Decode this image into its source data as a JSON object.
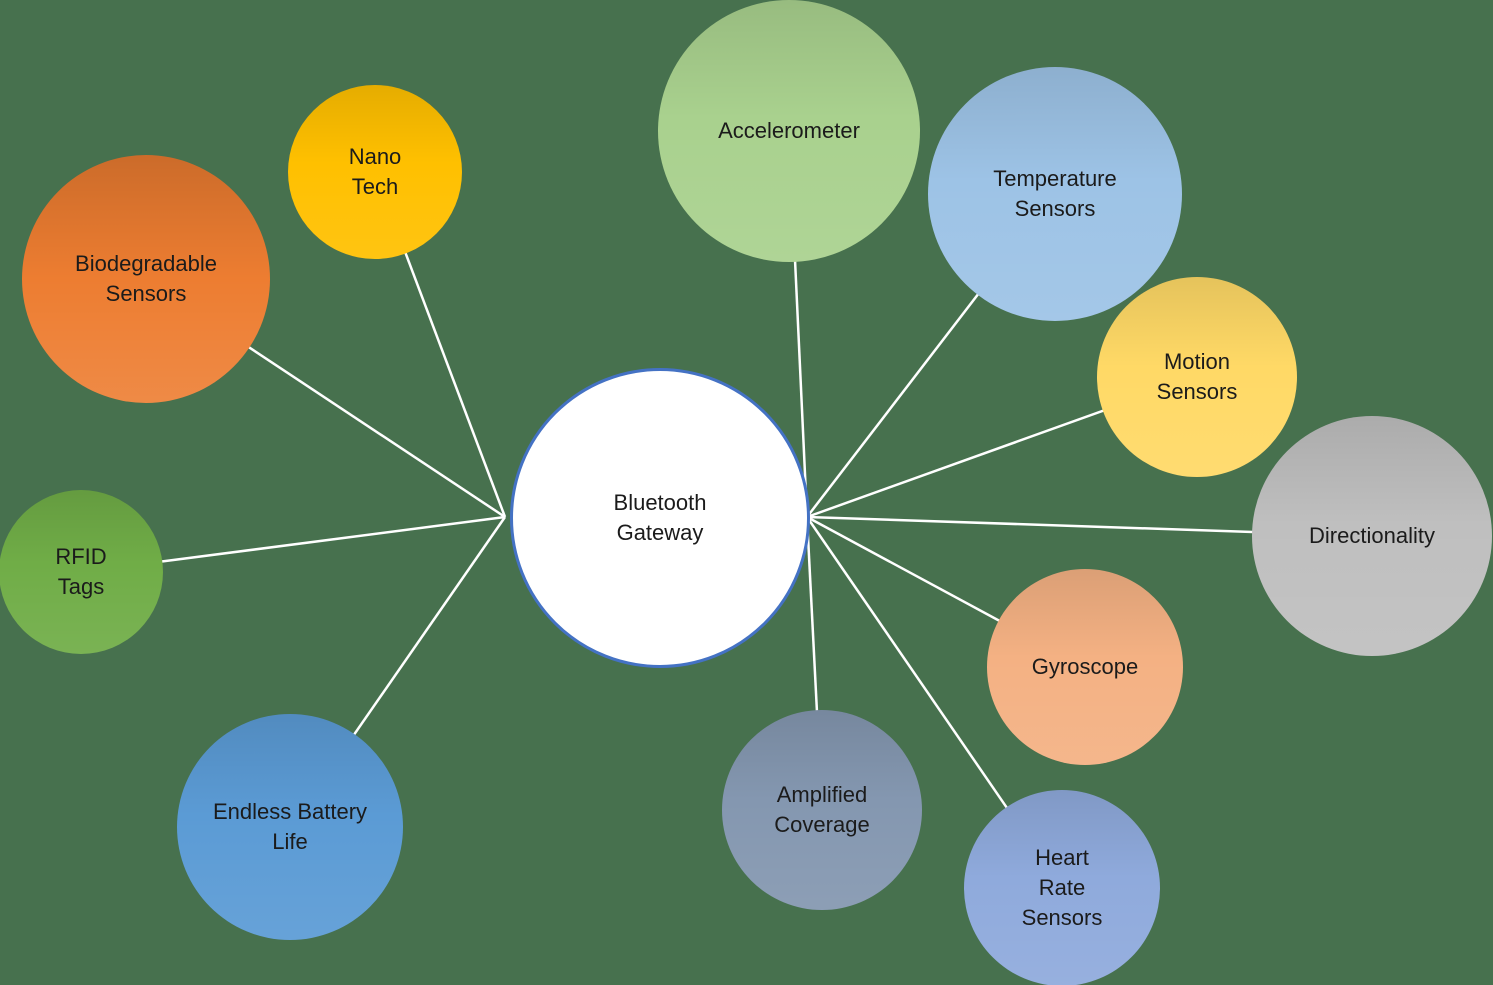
{
  "diagram": {
    "background_color": "#47714E",
    "connector_color": "#FFFFFF",
    "center": {
      "label": "Bluetooth Gateway",
      "fill": "#FFFFFF",
      "border_color": "#4472C4",
      "text_color": "#1B1B1B"
    },
    "satellites": [
      {
        "id": "accelerometer",
        "label": "Accelerometer",
        "color": "#A9D18E"
      },
      {
        "id": "temperature-sensors",
        "label": "Temperature Sensors",
        "color": "#9DC3E6"
      },
      {
        "id": "motion-sensors",
        "label": "Motion Sensors",
        "color": "#FFD966"
      },
      {
        "id": "directionality",
        "label": "Directionality",
        "color": "#BFBFBF"
      },
      {
        "id": "gyroscope",
        "label": "Gyroscope",
        "color": "#F4B183"
      },
      {
        "id": "heart-rate-sensors",
        "label": "Heart Rate Sensors",
        "color": "#8FAADC"
      },
      {
        "id": "amplified-coverage",
        "label": "Amplified Coverage",
        "color": "#8497B0"
      },
      {
        "id": "endless-battery-life",
        "label": "Endless Battery Life",
        "color": "#5B9BD5"
      },
      {
        "id": "rfid-tags",
        "label": "RFID Tags",
        "color": "#70AD47"
      },
      {
        "id": "biodegradable-sensors",
        "label": "Biodegradable Sensors",
        "color": "#ED7D31"
      },
      {
        "id": "nano-tech",
        "label": "Nano Tech",
        "color": "#FFC000"
      }
    ]
  }
}
